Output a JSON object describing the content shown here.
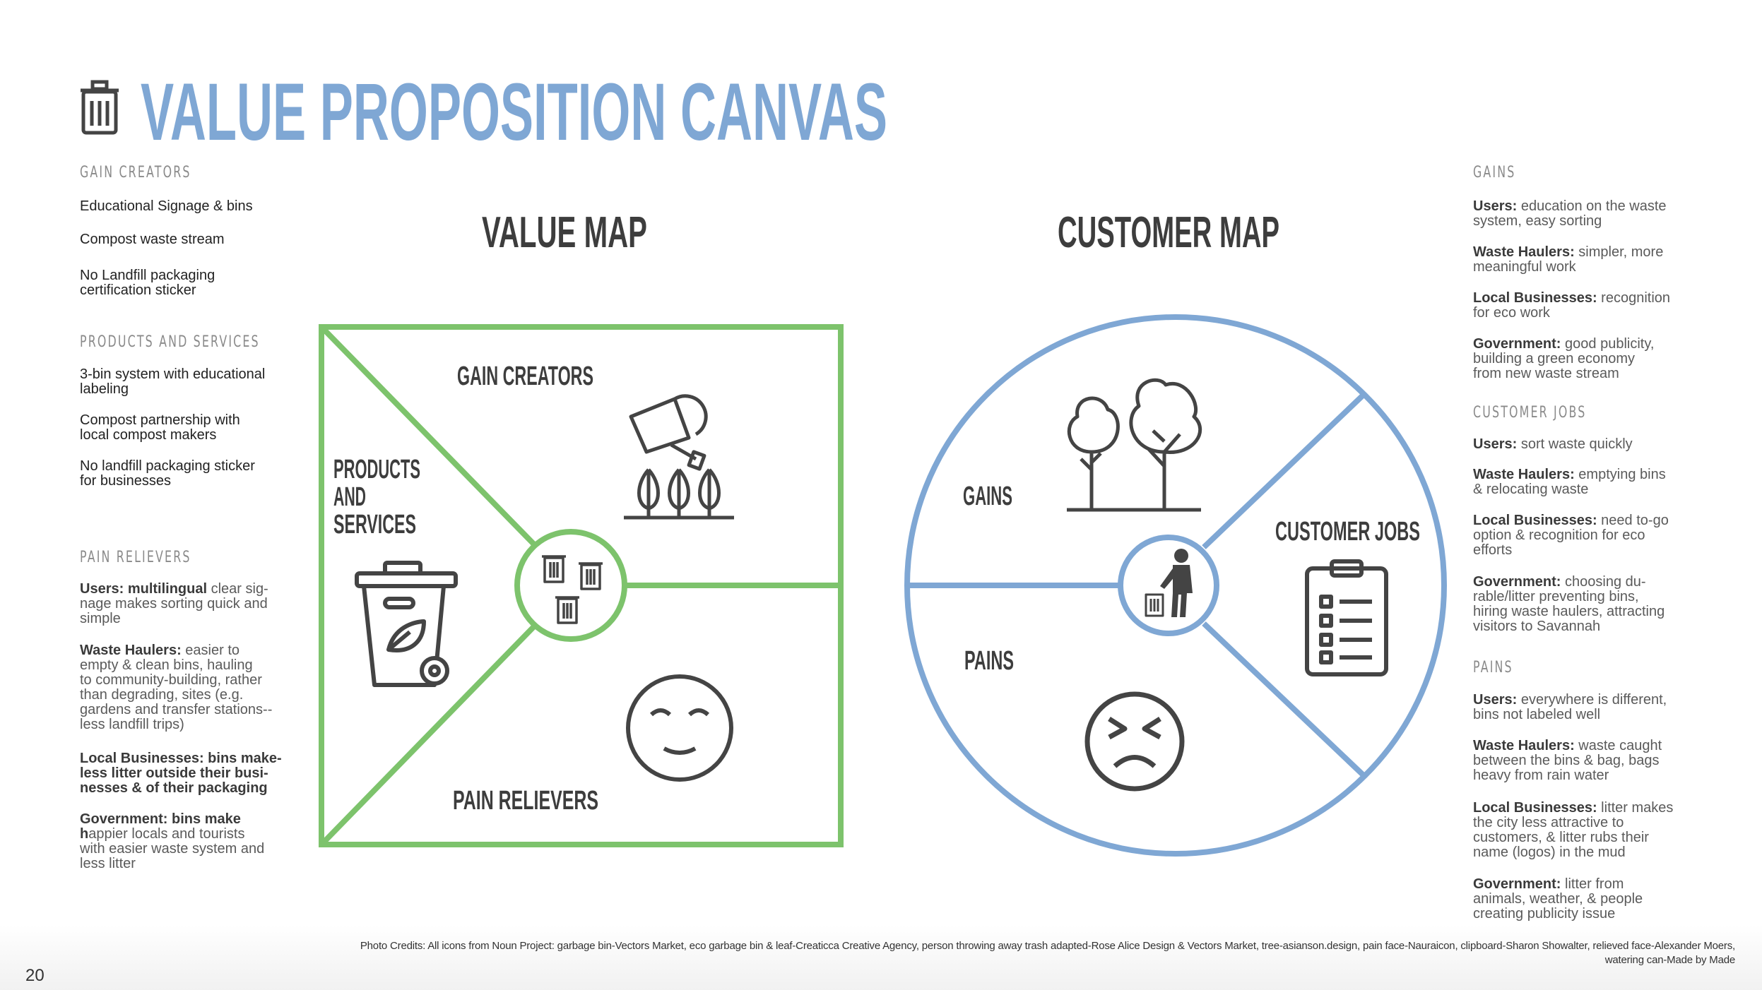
{
  "title": "VALUE PROPOSITION CANVAS",
  "colors": {
    "title": "#7fa7d4",
    "value_map": "#7dc36c",
    "customer_map": "#7fa7d4",
    "icon": "#444444"
  },
  "value_map": {
    "heading": "VALUE MAP",
    "labels": {
      "gain_creators": "GAIN CREATORS",
      "products_line1": "PRODUCTS",
      "products_line2": "AND",
      "products_line3": "SERVICES",
      "pain_relievers": "PAIN RELIEVERS"
    }
  },
  "customer_map": {
    "heading": "CUSTOMER MAP",
    "labels": {
      "gains": "GAINS",
      "pains": "PAINS",
      "customer_jobs": "CUSTOMER JOBS"
    }
  },
  "left": {
    "gain_creators": {
      "heading": "GAIN CREATORS",
      "items": [
        {
          "bold": "",
          "text": "Educational Signage & bins"
        },
        {
          "bold": "",
          "text": "Compost waste stream"
        },
        {
          "bold": "",
          "text": "No Landfill packaging\ncertification sticker"
        }
      ]
    },
    "products_services": {
      "heading": "PRODUCTS AND SERVICES",
      "items": [
        {
          "bold": "",
          "text": "3-bin system with educational\nlabeling"
        },
        {
          "bold": "",
          "text": "Compost partnership with\nlocal compost makers"
        },
        {
          "bold": "",
          "text": "No landfill packaging sticker\nfor businesses"
        }
      ]
    },
    "pain_relievers": {
      "heading": "PAIN RELIEVERS",
      "items": [
        {
          "bold": "Users: multilingual",
          "text": " clear sig-\nnage makes sorting quick and\nsimple"
        },
        {
          "bold": "Waste Haulers:",
          "text": " easier to\nempty & clean bins, hauling\nto community-building, rather\nthan degrading, sites (e.g.\ngardens and transfer stations--\nless landfill trips)"
        },
        {
          "bold": "Local Businesses: bins make-\nless litter outside their busi-\nnesses & of their packaging",
          "text": ""
        },
        {
          "bold": "Government: bins make\nh",
          "text": "appier locals and tourists\nwith easier waste system and\nless litter"
        }
      ]
    }
  },
  "right": {
    "gains": {
      "heading": "GAINS",
      "items": [
        {
          "bold": "Users:",
          "text": " education on the waste\nsystem, easy sorting"
        },
        {
          "bold": "Waste Haulers:",
          "text": " simpler, more\nmeaningful work"
        },
        {
          "bold": "Local Businesses:",
          "text": " recognition\nfor eco work"
        },
        {
          "bold": "Government:",
          "text": " good publicity,\nbuilding a green economy\nfrom new waste stream"
        }
      ]
    },
    "customer_jobs": {
      "heading": "CUSTOMER JOBS",
      "items": [
        {
          "bold": "Users:",
          "text": " sort waste quickly"
        },
        {
          "bold": "Waste Haulers:",
          "text": " emptying bins\n& relocating waste"
        },
        {
          "bold": "Local Businesses:",
          "text": " need to-go\noption & recognition for eco\nefforts"
        },
        {
          "bold": "Government:",
          "text": " choosing du-\nrable/litter preventing bins,\nhiring waste haulers, attracting\nvisitors to Savannah"
        }
      ]
    },
    "pains": {
      "heading": "PAINS",
      "items": [
        {
          "bold": "Users:",
          "text": " everywhere is different,\nbins not labeled well"
        },
        {
          "bold": "Waste Haulers:",
          "text": " waste caught\nbetween the bins & bag, bags\nheavy from rain water"
        },
        {
          "bold": "Local Businesses:",
          "text": " litter makes\nthe city less attractive to\ncustomers, & litter rubs their\nname (logos) in the mud"
        },
        {
          "bold": "Government:",
          "text": " litter from\nanimals, weather, & people\ncreating publicity issue"
        }
      ]
    }
  },
  "credits": "Photo Credits: All icons from Noun Project: garbage bin-Vectors Market, eco garbage bin & leaf-Creaticca Creative Agency, person throwing away trash adapted-Rose Alice Design & Vectors Market, tree-asianson.design,  pain face-Nauraicon, clipboard-Sharon Showalter, relieved face-Alexander Moers,  watering can-Made by Made",
  "page_number": "20"
}
